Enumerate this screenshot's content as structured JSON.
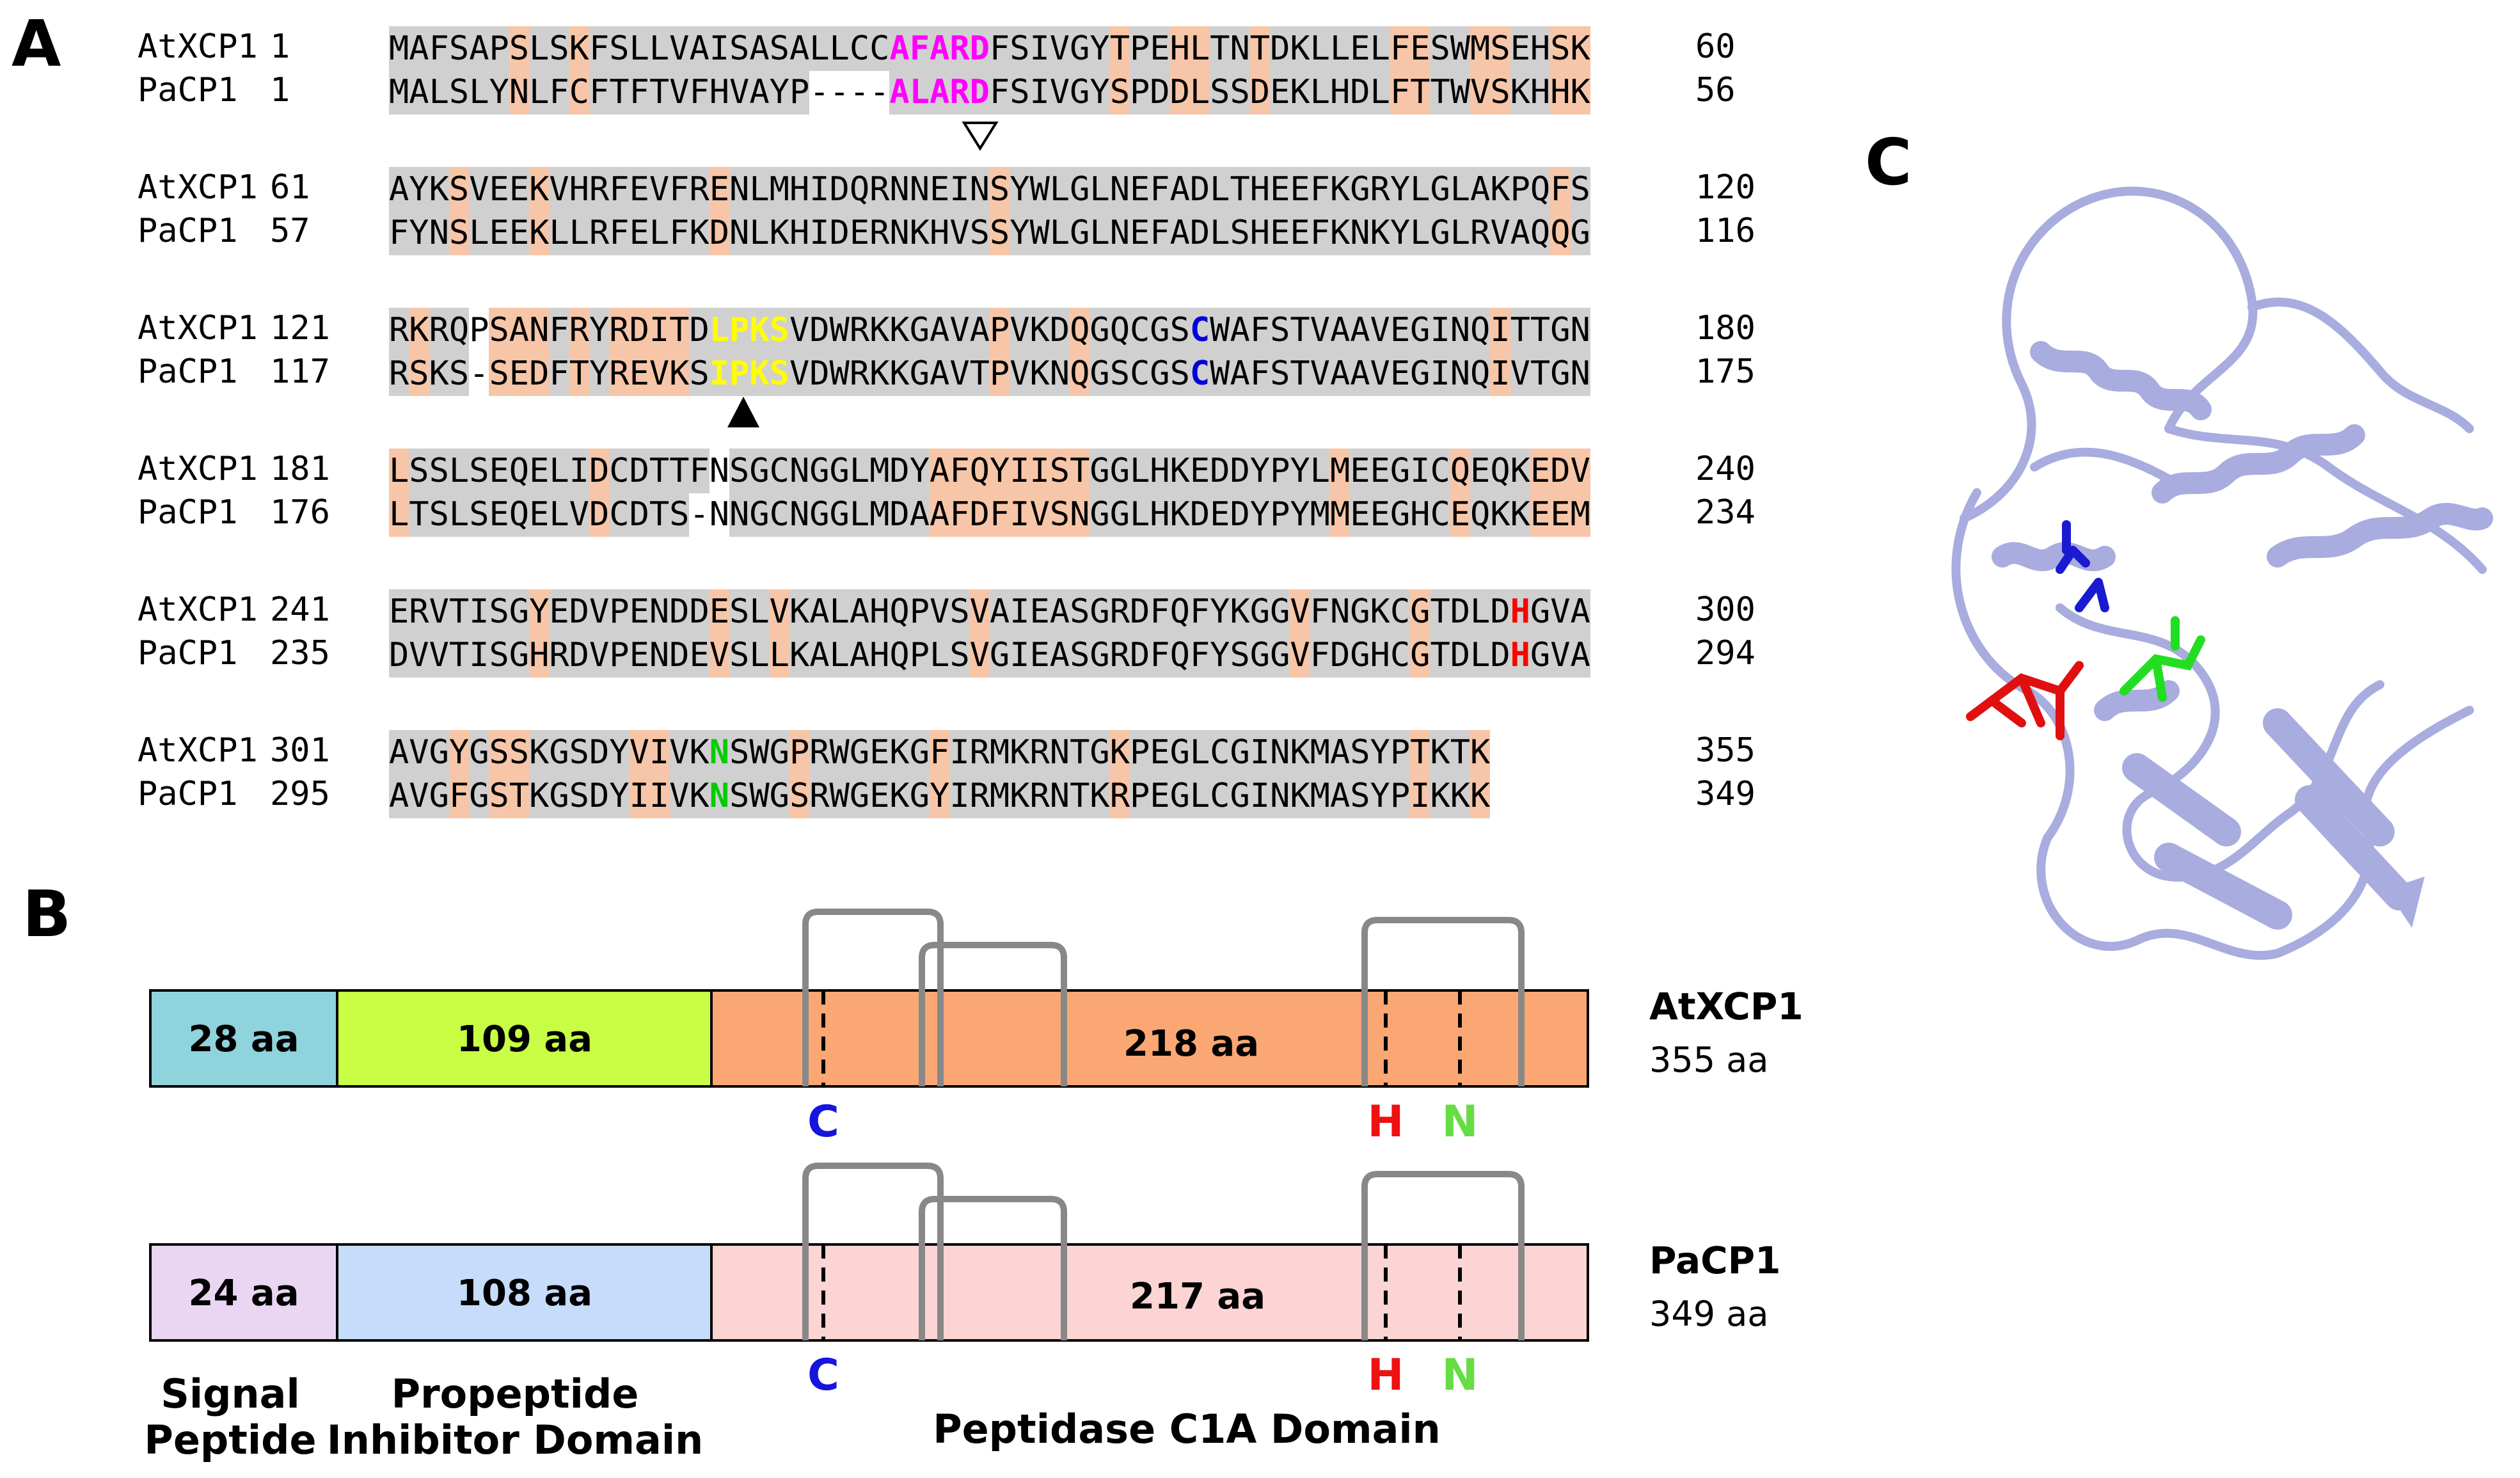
{
  "panel_labels": {
    "a": "A",
    "b": "B",
    "c": "C"
  },
  "alignment": [
    {
      "rows": [
        {
          "name": "AtXCP1",
          "start": "1",
          "end": "60",
          "seq": "MAFSAPSLSKFSLLVAISASALLCCAFARDFSIVGYTPEHLTNTDKLLELFESWMSEHSK",
          "shade": "ggggggoggoggggggggggggggggggggggggggoggooggoggggggooggooggoog"
        },
        {
          "name": "PaCP1",
          "start": "1",
          "end": "56",
          "seq": "MALSLYNLFCFTFTVFHVAYP----ALARDFSIVGYSPDDLSSDEKLHDLFTTWVSKHHK",
          "shade": "ggggggoggoggggggggggg----gggggggggggoggooggoggggggooggooggoog"
        }
      ]
    },
    {
      "rows": [
        {
          "name": "AtXCP1",
          "start": "61",
          "end": "120",
          "seq": "AYKSVEEKVHRFEVFRENLMHIDQRNNEINSYWLGLNEFADLTHEEFKGRYLGLAKPQFS",
          "shade": "gggogggoggggggggogggggggggggggogggggggggggggggggggggggggggoggg"
        },
        {
          "name": "PaCP1",
          "start": "57",
          "end": "116",
          "seq": "FYNSLEEKLLRFELFKDNLKHIDERNKHVSSYWLGLNEFADLSHEEFKNKYLGLRVAQQG",
          "shade": "gggogggoggggggggogggggggggggggogggggggggggggggggggggggggggoggg"
        }
      ]
    },
    {
      "rows": [
        {
          "name": "AtXCP1",
          "start": "121",
          "end": "180",
          "seq": "RKRQPSANFRYRDITDLPKSVDWRKKGAVAPVKDQGQCGSCWAFSTVAAVEGINQITTGN",
          "shade": "gogg-ooogogoooogggggggggggggggogggoggggggggggggggggggggogggg"
        },
        {
          "name": "PaCP1",
          "start": "117",
          "end": "175",
          "seq": "RSKS-SEDFTYREVKSIPKSVDWRKKGAVTPVKNQGSCGSCWAFSTVAAVEGINQIVTGN",
          "shade": "gogg-ooogogoooogggggggggggggggogggoggggggggggggggggggggogggg"
        }
      ]
    },
    {
      "rows": [
        {
          "name": "AtXCP1",
          "start": "181",
          "end": "240",
          "seq": "LSSLSEQELIDCDTTFNSGCNGGLMDYAFQYIISTGGLHKEDDYPYLMEEGICQEQKEDV",
          "shade": "ogggggggggoggggg-ggggggggggooooooooggggggggggggogggggogggoooogg"
        },
        {
          "name": "PaCP1",
          "start": "176",
          "end": "234",
          "seq": "LTSLSEQELVDCDTS-NNGCNGGLMDAAFDFIVSNGGLHKDEDYPYMMEEGHCEQKKEEM",
          "shade": "ogggggggggoggggg-ggggggggggooooooooggggggggggggogggggogggoooogg"
        }
      ]
    },
    {
      "rows": [
        {
          "name": "AtXCP1",
          "start": "241",
          "end": "300",
          "seq": "ERVTISGYEDVPENDDESLVKALAHQPVSVAIEASGRDFQFYKGGVFNGKCGTDLDHGVA",
          "shade": "gggggggoggggggggoggogggggggggogggggggggggggggogggggogggggggggg"
        },
        {
          "name": "PaCP1",
          "start": "235",
          "end": "294",
          "seq": "DVVTISGHRDVPENDEVSLLKALAHQPLSVGIEASGRDFQFYSGGVFDGHCGTDLDHGVA",
          "shade": "gggggggoggggggggoggogggggggggogggggggggggggggogggggogggggggggg"
        }
      ]
    },
    {
      "rows": [
        {
          "name": "AtXCP1",
          "start": "301",
          "end": "355",
          "seq": "AVGYGSSKGSDYVIVKNSWGPRWGEKGFIRMKRNTGKPEGLCGINKMASYPTKTK",
          "shade": "gggogoogggggooggggggoggggggoggggggggoggggggggggggggoggoogg"
        },
        {
          "name": "PaCP1",
          "start": "295",
          "end": "349",
          "seq": "AVGFGSTKGSDYIIVKNSWGSRWGEKGYIRMKRNTKRPEGLCGINKMASYPIKKK",
          "shade": "gggogoogggggooggggggoggggggoggggggggoggggggggggggggoggoogg"
        }
      ]
    }
  ],
  "highlights": [
    {
      "block": 0,
      "from": 25,
      "to": 29,
      "cls": "m"
    },
    {
      "block": 2,
      "from": 16,
      "to": 19,
      "cls": "y"
    },
    {
      "block": 2,
      "from": 40,
      "to": 40,
      "cls": "b"
    },
    {
      "block": 4,
      "from": 56,
      "to": 56,
      "cls": "r"
    },
    {
      "block": 5,
      "from": 16,
      "to": 16,
      "cls": "gr"
    }
  ],
  "domains": {
    "proteins": [
      {
        "name": "AtXCP1",
        "length_label": "355 aa",
        "segments": [
          {
            "label": "28 aa",
            "color": "#8fd3dc"
          },
          {
            "label": "109 aa",
            "color": "#c8ff44"
          },
          {
            "label": "218 aa",
            "color": "#fba774"
          }
        ]
      },
      {
        "name": "PaCP1",
        "length_label": "349 aa",
        "segments": [
          {
            "label": "24 aa",
            "color": "#ead5f2"
          },
          {
            "label": "108 aa",
            "color": "#c6dcfb"
          },
          {
            "label": "217 aa",
            "color": "#fcd4d4"
          }
        ]
      }
    ],
    "residues": [
      {
        "label": "C",
        "color": "#1515dd"
      },
      {
        "label": "H",
        "color": "#ee1111"
      },
      {
        "label": "N",
        "color": "#66dd44"
      }
    ],
    "domain_names": [
      "Signal\nPeptide",
      "Propeptide\nInhibitor Domain",
      "Peptidase C1A Domain"
    ]
  },
  "structure": {
    "ribbon_color": "#a8acde",
    "residue_colors": {
      "C": "#1a1ad0",
      "H": "#e01010",
      "N": "#22dd22"
    }
  }
}
